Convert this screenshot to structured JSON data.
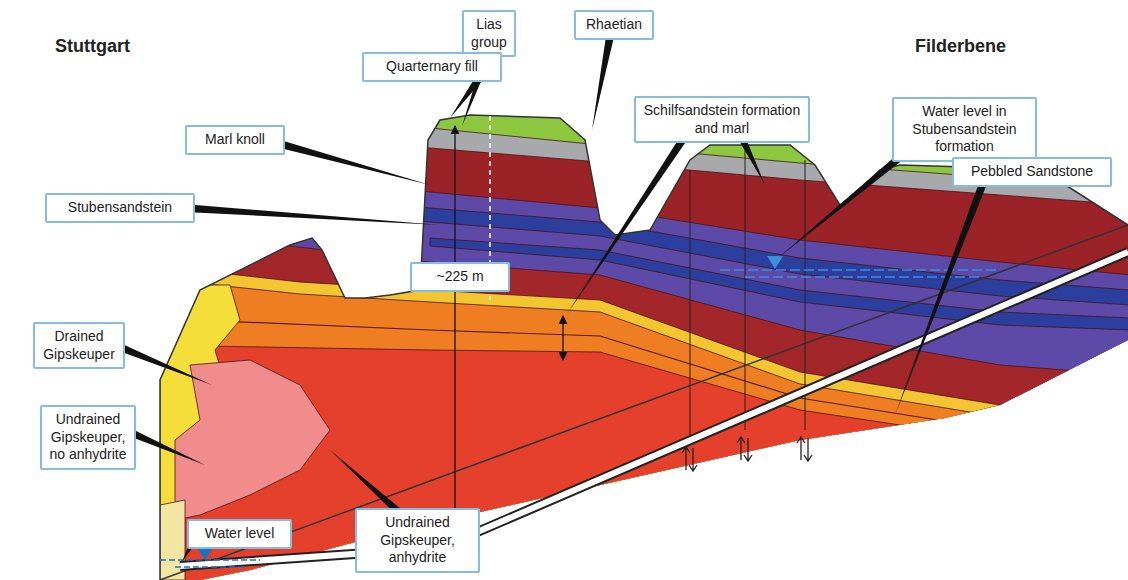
{
  "diagram": {
    "nodes": [
      {
        "text": [
          "Lias group"
        ]
      },
      {
        "text": [
          "Rhaetian"
        ]
      },
      {
        "text": [
          "Quarternary fill"
        ]
      },
      {
        "text": [
          "Schilfsandstein formation and marl"
        ]
      },
      {
        "text": [
          "Water level in Stubensandstein formation"
        ]
      },
      {
        "text": [
          "Marl knoll"
        ]
      },
      {
        "text": [
          "Pebbled Sandstone"
        ]
      },
      {
        "text": [
          "Stubensandstein"
        ]
      },
      {
        "text": [
          "~225 m"
        ]
      },
      {
        "text": [
          "Drained Gipskeuper"
        ]
      },
      {
        "text": [
          "Undrained Gipskeuper, no anhydrite"
        ]
      },
      {
        "text": [
          "Water level"
        ]
      },
      {
        "text": [
          "Undrained Gipskeuper, anhydrite"
        ]
      }
    ],
    "labels": [
      "Stuttgart",
      "Filderbene"
    ]
  }
}
